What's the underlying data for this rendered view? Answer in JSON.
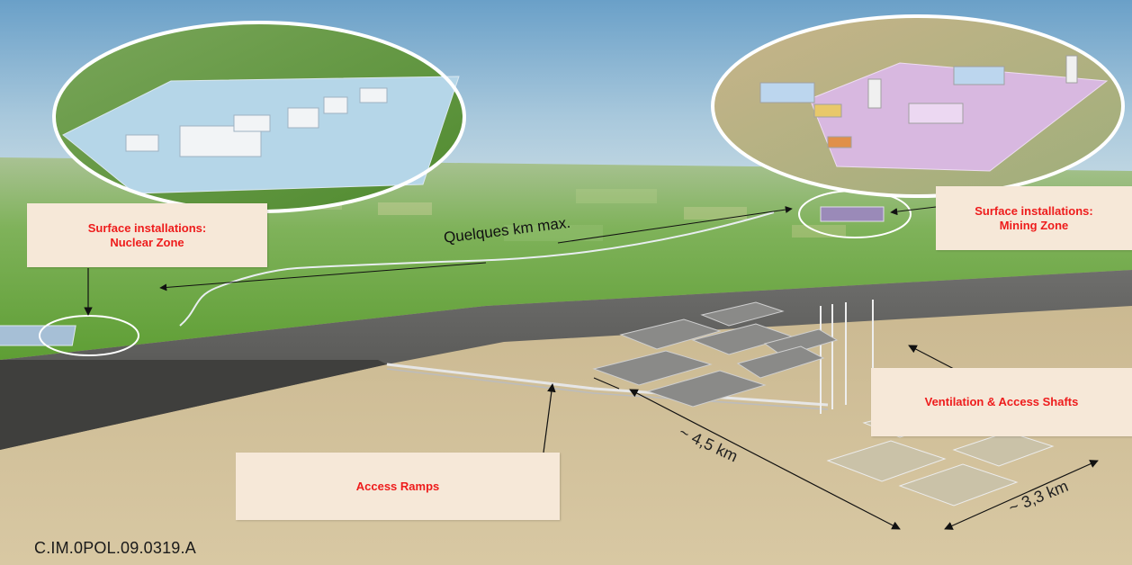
{
  "labels": {
    "nuclear_zone": "Surface installations:\nNuclear Zone",
    "mining_zone": "Surface installations:\nMining Zone",
    "shafts": "Ventilation & Access Shafts",
    "ramps": "Access Ramps"
  },
  "distance": "Quelques km max.",
  "dimensions": {
    "length": "~ 4,5 km",
    "width": "~ 3,3 km"
  },
  "code": "C.IM.0POL.09.0319.A",
  "colors": {
    "label_text": "#ee1c1c",
    "label_box": "#f6e8d8"
  }
}
